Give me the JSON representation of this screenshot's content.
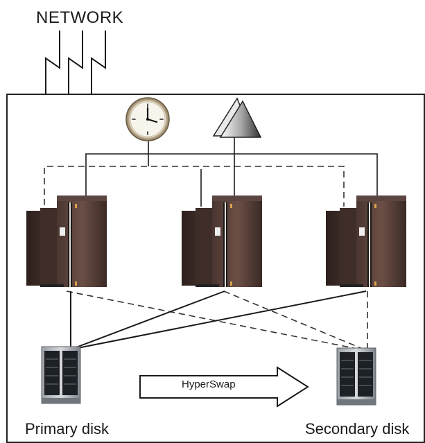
{
  "diagram": {
    "network_label": "NETWORK",
    "hyperswap_label": "HyperSwap",
    "primary_disk_label": "Primary disk",
    "secondary_disk_label": "Secondary disk"
  },
  "colors": {
    "server_dark": "#3a2a26",
    "server_mid": "#5a423b",
    "server_light": "#7b5c52",
    "line": "#1a1a1a",
    "dashed": "#333333",
    "frame": "#222222"
  }
}
